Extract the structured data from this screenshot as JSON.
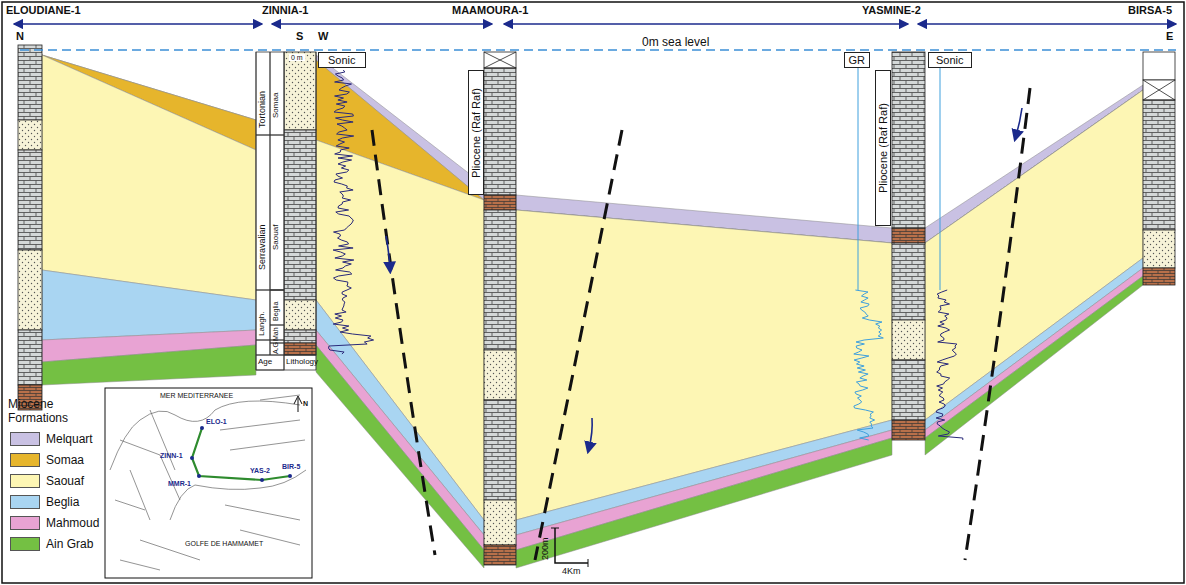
{
  "diagram": {
    "nodes": [
      {
        "text": [
          "Sonic"
        ]
      },
      {
        "text": [
          "Pliocene (Raf Raf)"
        ]
      },
      {
        "text": [
          "GR"
        ]
      },
      {
        "text": [
          "Pliocene (Raf Raf)"
        ]
      },
      {
        "text": [
          "Sonic"
        ]
      }
    ],
    "labels": [
      "ELOUDIANE-1",
      "ZINNIA-1",
      "MAAMOURA-1",
      "YASMINE-2",
      "BIRSA-5",
      "N",
      "S",
      "W",
      "E",
      "0m sea level",
      "0 m",
      "Tortonian",
      "Somaa",
      "Serravalian",
      "Saouaf",
      "Beglia",
      "Langh.",
      "Mah",
      "A.G",
      "Age",
      "Lithology",
      "Miocene Formations",
      "200m",
      "4Km",
      "ELO-1",
      "ZINN-1",
      "MMR-1",
      "YAS-2",
      "BIR-5",
      "GOLFE DE HAMMAMET",
      "N",
      "MER MEDITERRANEE"
    ],
    "legend": [
      {
        "text": "Melquart",
        "color": "#c9c1e3"
      },
      {
        "text": "Somaa",
        "color": "#e6b52c"
      },
      {
        "text": "Saouaf",
        "color": "#fdf6b4"
      },
      {
        "text": "Beglia",
        "color": "#a9d5f2"
      },
      {
        "text": "Mahmoud",
        "color": "#e8a3d3"
      },
      {
        "text": "Ain Grab",
        "color": "#74c043"
      }
    ]
  }
}
